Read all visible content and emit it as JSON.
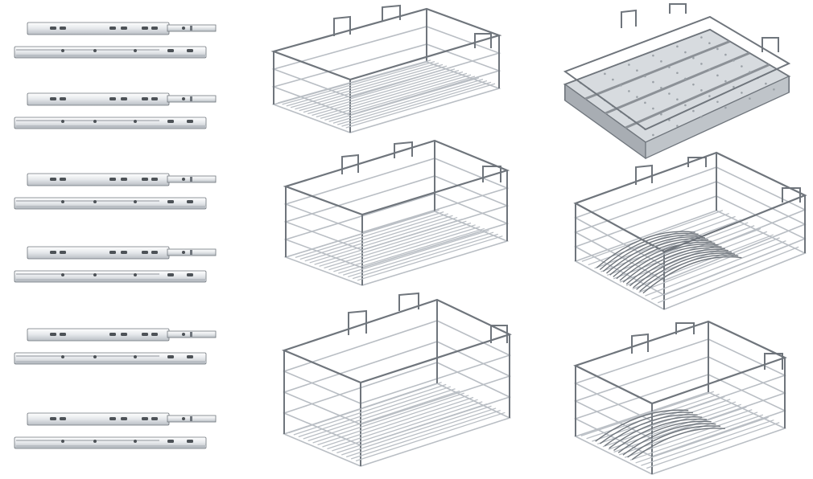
{
  "scene": {
    "background": "#ffffff",
    "metal_light": "#e4e7ea",
    "metal_mid": "#b9bec4",
    "metal_dark": "#6f757c",
    "metal_shadow": "#4d5257"
  },
  "items": {
    "drawer_slide_pairs": 6,
    "wire_baskets": [
      {
        "kind": "plain-basket"
      },
      {
        "kind": "plain-basket"
      },
      {
        "kind": "plain-basket-deep"
      },
      {
        "kind": "cutlery-tray"
      },
      {
        "kind": "plate-rack-basket"
      },
      {
        "kind": "thali-rack-basket"
      }
    ]
  }
}
